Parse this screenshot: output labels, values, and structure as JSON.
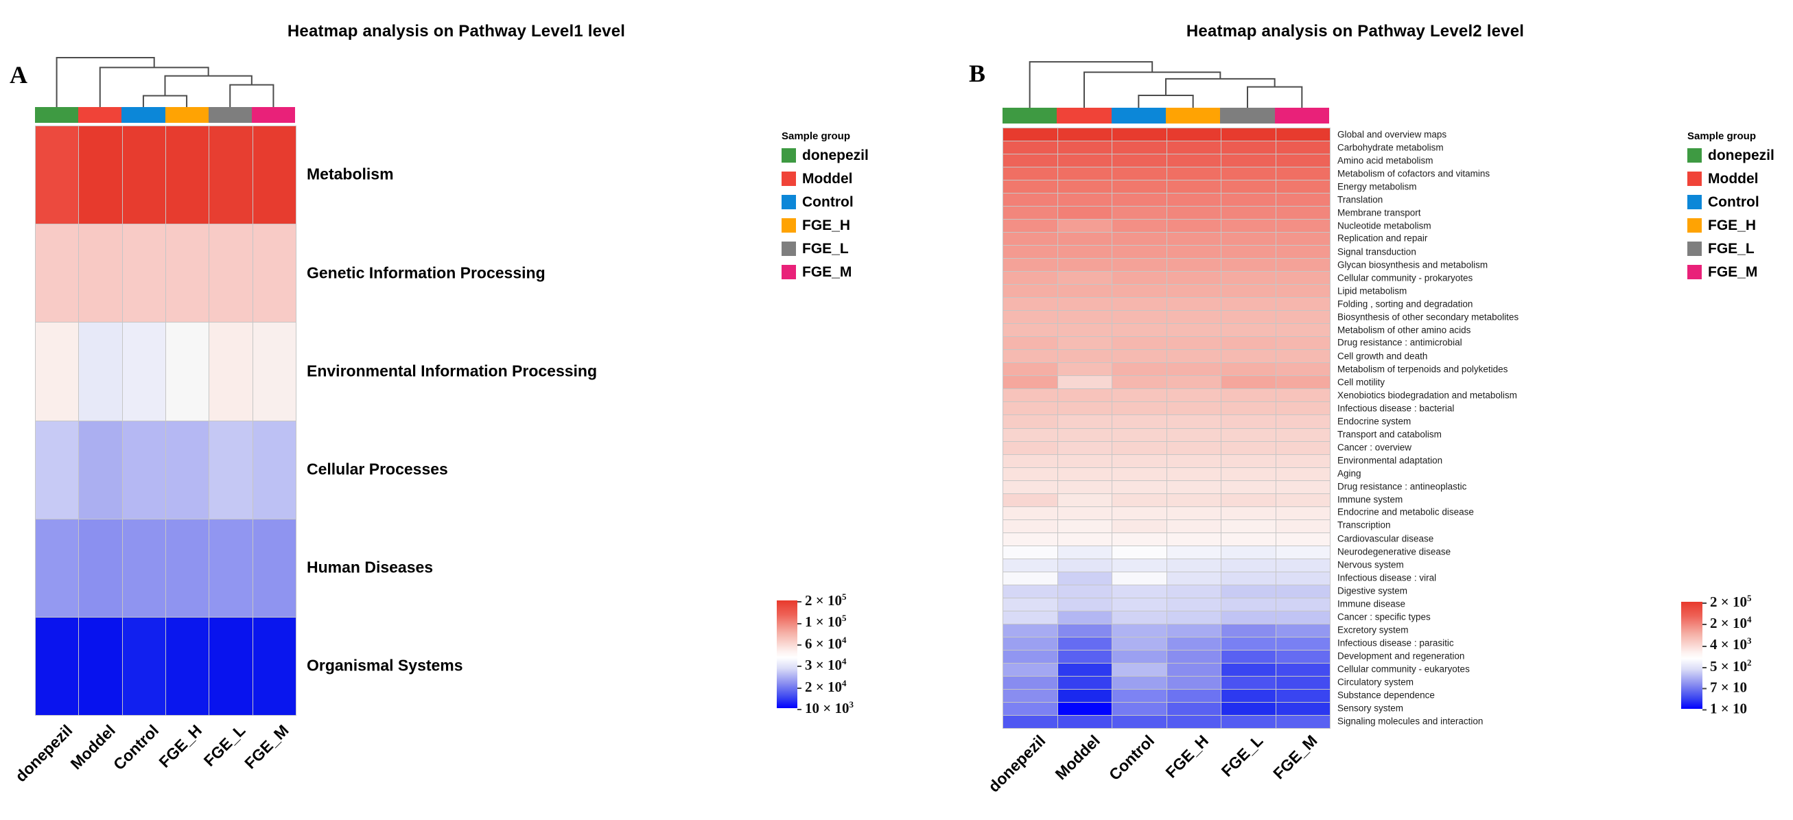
{
  "figure": {
    "background": "#ffffff"
  },
  "chart_data": [
    {
      "panel_label": "A",
      "type": "heatmap",
      "title": "Heatmap analysis on Pathway Level1 level",
      "columns": [
        "donepezil",
        "Moddel",
        "Control",
        "FGE_H",
        "FGE_L",
        "FGE_M"
      ],
      "column_colors": [
        "#3e9a42",
        "#f04338",
        "#0c87d8",
        "#ffa303",
        "#7e7e7e",
        "#e92179"
      ],
      "legend_title": "Sample group",
      "dendrogram": {
        "merges": [
          [
            "Control",
            "FGE_H",
            0.23
          ],
          [
            "FGE_L",
            "FGE_M",
            0.45
          ],
          [
            "node0",
            "node1",
            0.63
          ],
          [
            "Moddel",
            "node2",
            0.8
          ],
          [
            "donepezil",
            "node3",
            1.0
          ]
        ]
      },
      "rows": [
        {
          "label": "Metabolism",
          "approx_abundance": 180000,
          "colors": [
            "#ec4a3e",
            "#e73a2d",
            "#e73c2f",
            "#e73c2f",
            "#e73e31",
            "#e73c2f"
          ]
        },
        {
          "label": "Genetic Information Processing",
          "approx_abundance": 65000,
          "colors": [
            "#f8cbc6",
            "#f8c9c4",
            "#f8cbc6",
            "#f8cbc6",
            "#f8cbc6",
            "#f8cbc6"
          ]
        },
        {
          "label": "Environmental Information Processing",
          "approx_abundance": 38000,
          "colors": [
            "#faeeeb",
            "#e7e9f8",
            "#ecedf9",
            "#f7f7f7",
            "#faedea",
            "#f9efed"
          ]
        },
        {
          "label": "Cellular Processes",
          "approx_abundance": 27000,
          "colors": [
            "#c7caf5",
            "#abaff1",
            "#b5b8f3",
            "#b5b8f3",
            "#c5c8f4",
            "#bdc1f4"
          ]
        },
        {
          "label": "Human Diseases",
          "approx_abundance": 22000,
          "colors": [
            "#9499f1",
            "#8b90f0",
            "#8f94f0",
            "#8f94f0",
            "#9196f1",
            "#8f94f0"
          ]
        },
        {
          "label": "Organismal Systems",
          "approx_abundance": 11000,
          "colors": [
            "#0a14ee",
            "#0712ee",
            "#1120ef",
            "#0a17ee",
            "#0813ee",
            "#0916ee"
          ]
        }
      ],
      "colorbar": {
        "gradient": [
          "#e8392c",
          "#ffffff",
          "#0000fe"
        ],
        "ticks": [
          {
            "base": "2 × 10",
            "exp": "5"
          },
          {
            "base": "1 × 10",
            "exp": "5"
          },
          {
            "base": "6 × 10",
            "exp": "4"
          },
          {
            "base": "3 × 10",
            "exp": "4"
          },
          {
            "base": "2 × 10",
            "exp": "4"
          },
          {
            "base": "10 × 10",
            "exp": "3"
          }
        ]
      }
    },
    {
      "panel_label": "B",
      "type": "heatmap",
      "title": "Heatmap analysis on Pathway Level2 level",
      "columns": [
        "donepezil",
        "Moddel",
        "Control",
        "FGE_H",
        "FGE_L",
        "FGE_M"
      ],
      "column_colors": [
        "#3e9a42",
        "#f04338",
        "#0c87d8",
        "#ffa303",
        "#7e7e7e",
        "#e92179"
      ],
      "legend_title": "Sample group",
      "dendrogram": {
        "merges": [
          [
            "Control",
            "FGE_H",
            0.26
          ],
          [
            "FGE_L",
            "FGE_M",
            0.44
          ],
          [
            "node0",
            "node1",
            0.61
          ],
          [
            "Moddel",
            "node2",
            0.75
          ],
          [
            "donepezil",
            "node3",
            0.97
          ]
        ]
      },
      "rows": [
        {
          "label": "Global and overview maps",
          "approx_abundance": 150000,
          "colors": [
            "#e73b2e",
            "#e73b2e",
            "#e73b2e",
            "#e73b2e",
            "#e73b2e",
            "#e73b2e"
          ]
        },
        {
          "label": "Carbohydrate metabolism",
          "approx_abundance": 60000,
          "colors": [
            "#ed5c51",
            "#ed5c51",
            "#ed5c51",
            "#ed5c51",
            "#ed5c51",
            "#ed5c51"
          ]
        },
        {
          "label": "Amino acid metabolism",
          "approx_abundance": 50000,
          "colors": [
            "#ee6358",
            "#ee6358",
            "#ee6358",
            "#ee6358",
            "#ee6358",
            "#ee6358"
          ]
        },
        {
          "label": "Metabolism of cofactors and vitamins",
          "approx_abundance": 40000,
          "colors": [
            "#f06f63",
            "#f06f63",
            "#f06f63",
            "#f06f63",
            "#f06f63",
            "#f06f63"
          ]
        },
        {
          "label": "Energy metabolism",
          "approx_abundance": 35000,
          "colors": [
            "#f1786c",
            "#f1786c",
            "#f1786c",
            "#f1786c",
            "#f1786c",
            "#f1786c"
          ]
        },
        {
          "label": "Translation",
          "approx_abundance": 30000,
          "colors": [
            "#f28076",
            "#f28076",
            "#f28076",
            "#f28076",
            "#f28076",
            "#f28076"
          ]
        },
        {
          "label": "Membrane transport",
          "approx_abundance": 26000,
          "colors": [
            "#f2867c",
            "#f28076",
            "#f2887e",
            "#f2867c",
            "#f2867c",
            "#f2867c"
          ]
        },
        {
          "label": "Nucleotide metabolism",
          "approx_abundance": 22000,
          "colors": [
            "#f38f85",
            "#f49e94",
            "#f38f85",
            "#f38d83",
            "#f38f85",
            "#f38f85"
          ]
        },
        {
          "label": "Replication and repair",
          "approx_abundance": 19000,
          "colors": [
            "#f3968c",
            "#f3968c",
            "#f3968c",
            "#f3968c",
            "#f3968c",
            "#f3968c"
          ]
        },
        {
          "label": "Signal transduction",
          "approx_abundance": 17000,
          "colors": [
            "#f49a90",
            "#f49a90",
            "#f49a90",
            "#f49a90",
            "#f49a90",
            "#f49a90"
          ]
        },
        {
          "label": "Glycan biosynthesis and metabolism",
          "approx_abundance": 14000,
          "colors": [
            "#f4a298",
            "#f4a298",
            "#f4a298",
            "#f4a298",
            "#f4a298",
            "#f4a298"
          ]
        },
        {
          "label": "Cellular community - prokaryotes",
          "approx_abundance": 12000,
          "colors": [
            "#f5aba1",
            "#f5b0a6",
            "#f5a99f",
            "#f5a99f",
            "#f5aba1",
            "#f5aba1"
          ]
        },
        {
          "label": "Lipid metabolism",
          "approx_abundance": 11000,
          "colors": [
            "#f5aea4",
            "#f5aea4",
            "#f5aea4",
            "#f5aea4",
            "#f5aea4",
            "#f5aea4"
          ]
        },
        {
          "label": "Folding , sorting and degradation",
          "approx_abundance": 9000,
          "colors": [
            "#f6b6ad",
            "#f6b6ad",
            "#f6b6ad",
            "#f6b6ad",
            "#f6b6ad",
            "#f6b6ad"
          ]
        },
        {
          "label": "Biosynthesis of other secondary metabolites",
          "approx_abundance": 8500,
          "colors": [
            "#f6b9b0",
            "#f6b9b0",
            "#f6b9b0",
            "#f6b9b0",
            "#f6b9b0",
            "#f6b9b0"
          ]
        },
        {
          "label": "Metabolism of other amino acids",
          "approx_abundance": 8000,
          "colors": [
            "#f6bcb3",
            "#f6bcb3",
            "#f6bcb3",
            "#f6bcb3",
            "#f6bcb3",
            "#f6bcb3"
          ]
        },
        {
          "label": "Drug resistance : antimicrobial",
          "approx_abundance": 8700,
          "colors": [
            "#f6b5ac",
            "#f6bcb3",
            "#f6b7ae",
            "#f6b7ae",
            "#f6b5ac",
            "#f6b7ae"
          ]
        },
        {
          "label": "Cell growth and death",
          "approx_abundance": 8300,
          "colors": [
            "#f6bab1",
            "#f6bab1",
            "#f6bab1",
            "#f6bab1",
            "#f6bab1",
            "#f6bab1"
          ]
        },
        {
          "label": "Metabolism of terpenoids and polyketides",
          "approx_abundance": 10000,
          "colors": [
            "#f5aea4",
            "#f6beb5",
            "#f5b2a9",
            "#f5b2a9",
            "#f5b0a6",
            "#f5b2a9"
          ]
        },
        {
          "label": "Cell motility",
          "approx_abundance": 11000,
          "colors": [
            "#f5a79d",
            "#f8d7d2",
            "#f6b7ae",
            "#f6b9b0",
            "#f5a69c",
            "#f5a99f"
          ]
        },
        {
          "label": "Xenobiotics biodegradation and metabolism",
          "approx_abundance": 7000,
          "colors": [
            "#f7c3bb",
            "#f7c3bb",
            "#f7c5bd",
            "#f7c5bd",
            "#f7c3bb",
            "#f7c3bb"
          ]
        },
        {
          "label": "Infectious disease : bacterial",
          "approx_abundance": 6500,
          "colors": [
            "#f7c7bf",
            "#f7c7bf",
            "#f7c7bf",
            "#f7c7bf",
            "#f7c7bf",
            "#f7c7bf"
          ]
        },
        {
          "label": "Endocrine system",
          "approx_abundance": 5500,
          "colors": [
            "#f7ccc5",
            "#f8d1cb",
            "#f8d1cb",
            "#f8d1cb",
            "#f8cfc9",
            "#f8cfc9"
          ]
        },
        {
          "label": "Transport and catabolism",
          "approx_abundance": 5000,
          "colors": [
            "#f8d4ce",
            "#f8d4ce",
            "#f8d4ce",
            "#f8d4ce",
            "#f8d4ce",
            "#f8d4ce"
          ]
        },
        {
          "label": "Cancer : overview",
          "approx_abundance": 5000,
          "colors": [
            "#f8d1cb",
            "#f8d6d1",
            "#f8d4ce",
            "#f8d4ce",
            "#f8d4ce",
            "#f8d4ce"
          ]
        },
        {
          "label": "Environmental adaptation",
          "approx_abundance": 4000,
          "colors": [
            "#f9ddd8",
            "#f9ddd8",
            "#f9ddd8",
            "#f9ddd8",
            "#f9ddd8",
            "#f9ddd8"
          ]
        },
        {
          "label": "Aging",
          "approx_abundance": 3500,
          "colors": [
            "#fae2dd",
            "#fae2dd",
            "#fae2dd",
            "#fae2dd",
            "#fae2dd",
            "#fae2dd"
          ]
        },
        {
          "label": "Drug resistance : antineoplastic",
          "approx_abundance": 3000,
          "colors": [
            "#fae5e1",
            "#fae5e1",
            "#fae5e1",
            "#fae5e1",
            "#fae5e1",
            "#fae5e1"
          ]
        },
        {
          "label": "Immune system",
          "approx_abundance": 3200,
          "colors": [
            "#f8d6d1",
            "#fae8e4",
            "#f9e0db",
            "#f9e0db",
            "#f9ddd8",
            "#f9e0db"
          ]
        },
        {
          "label": "Endocrine and metabolic disease",
          "approx_abundance": 2500,
          "colors": [
            "#fbebe8",
            "#fbebe8",
            "#fbebe8",
            "#fbebe8",
            "#fbebe8",
            "#fbebe8"
          ]
        },
        {
          "label": "Transcription",
          "approx_abundance": 2200,
          "colors": [
            "#fbedeb",
            "#fbf0ee",
            "#fae9e6",
            "#fbedeb",
            "#fbf0ee",
            "#fbedeb"
          ]
        },
        {
          "label": "Cardiovascular disease",
          "approx_abundance": 1800,
          "colors": [
            "#fcf3f2",
            "#fcf3f2",
            "#fcf3f2",
            "#fcf3f2",
            "#fcf3f2",
            "#fcf3f2"
          ]
        },
        {
          "label": "Neurodegenerative disease",
          "approx_abundance": 1200,
          "colors": [
            "#fafafd",
            "#edeffa",
            "#fbfbfd",
            "#f2f3fb",
            "#edeffa",
            "#f2f3fb"
          ]
        },
        {
          "label": "Nervous system",
          "approx_abundance": 1000,
          "colors": [
            "#e9ebf9",
            "#e3e5f8",
            "#e9ebf9",
            "#e6e8f8",
            "#e3e5f8",
            "#e3e5f8"
          ]
        },
        {
          "label": "Infectious disease : viral",
          "approx_abundance": 800,
          "colors": [
            "#f8f8fc",
            "#cdd0f5",
            "#f8f8fc",
            "#e3e5f8",
            "#dddff7",
            "#dddff7"
          ]
        },
        {
          "label": "Digestive system",
          "approx_abundance": 520,
          "colors": [
            "#d5d7f6",
            "#d1d3f5",
            "#d9dbf7",
            "#d5d7f6",
            "#c8cbf4",
            "#c8cbf4"
          ]
        },
        {
          "label": "Immune disease",
          "approx_abundance": 500,
          "colors": [
            "#dddff7",
            "#d1d3f5",
            "#d9dbf7",
            "#d5d7f6",
            "#d1d3f5",
            "#d1d3f5"
          ]
        },
        {
          "label": "Cancer : specific types",
          "approx_abundance": 400,
          "colors": [
            "#d9dbf7",
            "#b3b7f3",
            "#d1d3f5",
            "#cdd0f5",
            "#c1c4f4",
            "#c1c4f4"
          ]
        },
        {
          "label": "Excretory system",
          "approx_abundance": 200,
          "colors": [
            "#a7abf2",
            "#858af0",
            "#afb3f3",
            "#a7abf2",
            "#898df0",
            "#9398f1"
          ]
        },
        {
          "label": "Infectious disease : parasitic",
          "approx_abundance": 150,
          "colors": [
            "#9ba0f1",
            "#656cf2",
            "#adb1f2",
            "#9196f1",
            "#7980f3",
            "#7980f3"
          ]
        },
        {
          "label": "Development and regeneration",
          "approx_abundance": 120,
          "colors": [
            "#9196f1",
            "#5961f2",
            "#9ba0f1",
            "#898df0",
            "#5961f2",
            "#656cf2"
          ]
        },
        {
          "label": "Cellular community - eukaryotes",
          "approx_abundance": 100,
          "colors": [
            "#a3a7f2",
            "#2d3af0",
            "#b7bbf3",
            "#898df0",
            "#3945f1",
            "#434cf1"
          ]
        },
        {
          "label": "Circulatory system",
          "approx_abundance": 90,
          "colors": [
            "#888cf0",
            "#3540f1",
            "#9ba0f1",
            "#898df0",
            "#4b53f2",
            "#434cf1"
          ]
        },
        {
          "label": "Substance dependence",
          "approx_abundance": 70,
          "colors": [
            "#898df0",
            "#1a29ef",
            "#7d83f3",
            "#6c73f2",
            "#2d3af0",
            "#3945f1"
          ]
        },
        {
          "label": "Sensory system",
          "approx_abundance": 50,
          "colors": [
            "#7c81f3",
            "#0004ff",
            "#757bf3",
            "#5961f2",
            "#202ef0",
            "#2b38f0"
          ]
        },
        {
          "label": "Signaling molecules and interaction",
          "approx_abundance": 40,
          "colors": [
            "#4f57f2",
            "#484ff2",
            "#545cf2",
            "#545cf2",
            "#545cf2",
            "#5961f2"
          ]
        }
      ],
      "colorbar": {
        "gradient": [
          "#e8392c",
          "#ffffff",
          "#0000fe"
        ],
        "ticks": [
          {
            "base": "2 × 10",
            "exp": "5"
          },
          {
            "base": "2 × 10",
            "exp": "4"
          },
          {
            "base": "4 × 10",
            "exp": "3"
          },
          {
            "base": "5 × 10",
            "exp": "2"
          },
          {
            "base": "7 × 10",
            "exp": ""
          },
          {
            "base": "1 × 10",
            "exp": ""
          }
        ]
      }
    }
  ]
}
